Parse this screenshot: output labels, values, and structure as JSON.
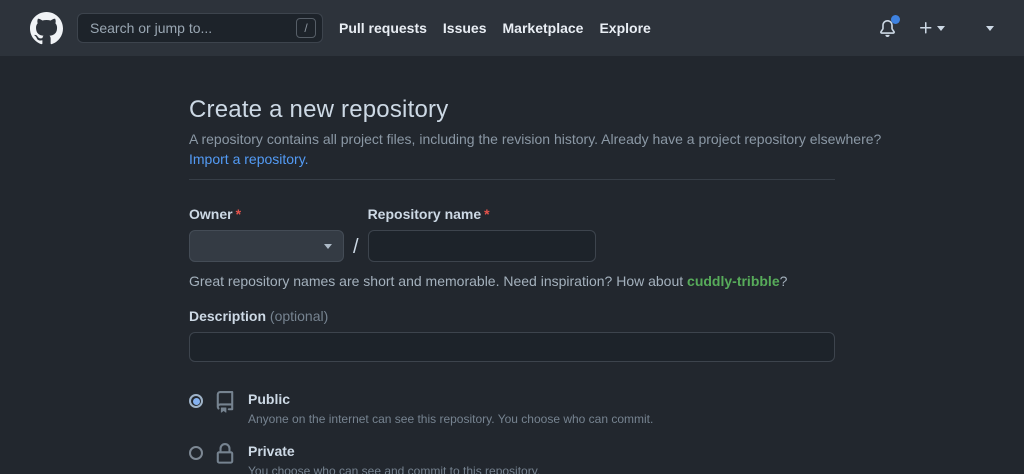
{
  "colors": {
    "accent_blue": "#539bf5",
    "success_green": "#57ab5a",
    "danger_red": "#e5534b",
    "notification_dot": "#3e82e0",
    "header_bg": "#2d333b",
    "page_bg": "#22272e"
  },
  "header": {
    "search": {
      "placeholder": "Search or jump to...",
      "slash_key": "/"
    },
    "nav": [
      "Pull requests",
      "Issues",
      "Marketplace",
      "Explore"
    ]
  },
  "page": {
    "title": "Create a new repository",
    "subtitle": "A repository contains all project files, including the revision history. Already have a project repository elsewhere?",
    "import_link": "Import a repository.",
    "form": {
      "owner_label": "Owner",
      "required_mark": "*",
      "owner_selected": "",
      "separator": "/",
      "repo_name_label": "Repository name",
      "repo_name_value": "",
      "name_hint_prefix": "Great repository names are short and memorable. Need inspiration? How about ",
      "name_suggestion": "cuddly-tribble",
      "name_hint_suffix": "?",
      "description_label": "Description",
      "description_optional": "(optional)",
      "description_value": "",
      "visibility": [
        {
          "label": "Public",
          "description": "Anyone on the internet can see this repository. You choose who can commit.",
          "selected": true
        },
        {
          "label": "Private",
          "description": "You choose who can see and commit to this repository.",
          "selected": false
        }
      ]
    }
  }
}
